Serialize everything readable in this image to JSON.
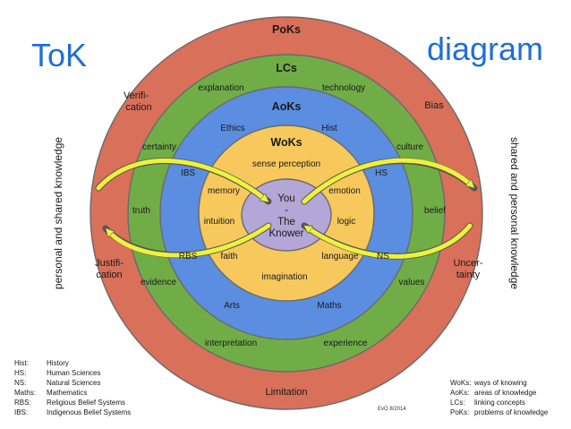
{
  "title_left": "ToK",
  "title_right": "diagram",
  "side_left": "personal and shared knowledge",
  "side_right": "shared and personal knowledge",
  "rings": {
    "poks": {
      "heading": "PoKs",
      "color": "#d9705a",
      "items": [
        "Verifi-",
        "cation",
        "Bias",
        "Justifi-",
        "cation",
        "Uncer-",
        "tainty",
        "Limitation"
      ]
    },
    "lcs": {
      "heading": "LCs",
      "color": "#70ad47",
      "items": [
        "explanation",
        "technology",
        "certainty",
        "culture",
        "truth",
        "belief",
        "evidence",
        "values",
        "interpretation",
        "experience"
      ]
    },
    "aoks": {
      "heading": "AoKs",
      "color": "#5b8de0",
      "items": [
        "Ethics",
        "Hist",
        "IBS",
        "HS",
        "RBS",
        "NS",
        "Arts",
        "Maths"
      ]
    },
    "woks": {
      "heading": "WoKs",
      "color": "#f7c95c",
      "items": [
        "sense perception",
        "memory",
        "emotion",
        "intuition",
        "logic",
        "faith",
        "language",
        "imagination"
      ]
    },
    "center": {
      "color": "#b4a6d6",
      "lines": [
        "You",
        "-",
        "The",
        "Knower"
      ]
    }
  },
  "legend_left": [
    {
      "abbr": "Hist:",
      "text": "History"
    },
    {
      "abbr": "HS:",
      "text": "Human Sciences"
    },
    {
      "abbr": "NS:",
      "text": "Natural Sciences"
    },
    {
      "abbr": "Maths:",
      "text": "Mathematics"
    },
    {
      "abbr": "RBS:",
      "text": "Religious Belief Systems"
    },
    {
      "abbr": "IBS:",
      "text": "Indigenous Belief Systems"
    }
  ],
  "legend_right": [
    {
      "abbr": "WoKs:",
      "text": "ways of knowing"
    },
    {
      "abbr": "AoKs:",
      "text": "areas of knowledge"
    },
    {
      "abbr": "LCs:",
      "text": "linking concepts"
    },
    {
      "abbr": "PoKs:",
      "text": "problems of knowledge"
    }
  ],
  "signature": "EvO 8/2014",
  "arrow_color": "#eef23c"
}
